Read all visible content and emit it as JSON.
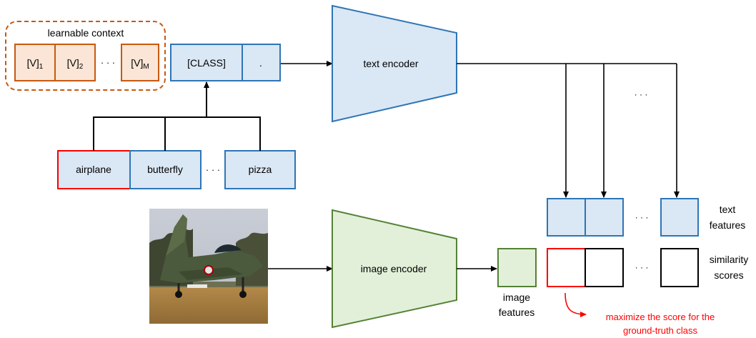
{
  "colors": {
    "context_fill": "#fbe5d6",
    "context_stroke": "#c55a11",
    "text_fill": "#dae7f5",
    "text_stroke": "#2e75b6",
    "image_fill": "#e2f0d9",
    "image_stroke": "#548235",
    "highlight": "#ff0000",
    "annotation": "#ff0000",
    "line": "#000000"
  },
  "learnable_context": {
    "title": "learnable context",
    "tokens": [
      {
        "base": "[V]",
        "sub": "1"
      },
      {
        "base": "[V]",
        "sub": "2"
      },
      {
        "base": "[V]",
        "sub": "M"
      }
    ],
    "ellipsis": "· · ·"
  },
  "prompt": {
    "class_token": "[CLASS]",
    "end_token": "."
  },
  "classes": {
    "items": [
      "airplane",
      "butterfly",
      "pizza"
    ],
    "ellipsis": "· · ·",
    "highlighted": "airplane"
  },
  "text_encoder": {
    "label": "text encoder"
  },
  "image_encoder": {
    "label": "image encoder"
  },
  "input_image": {
    "icon": "jet-aircraft-photo"
  },
  "image_features": {
    "label_line1": "image",
    "label_line2": "features"
  },
  "text_features": {
    "label_line1": "text",
    "label_line2": "features",
    "ellipsis": "· · ·"
  },
  "similarity_scores": {
    "label_line1": "similarity",
    "label_line2": "scores",
    "ellipsis": "· · ·"
  },
  "branch_ellipsis": "· · ·",
  "annotation": {
    "line1": "maximize the score for the",
    "line2": "ground-truth class"
  }
}
